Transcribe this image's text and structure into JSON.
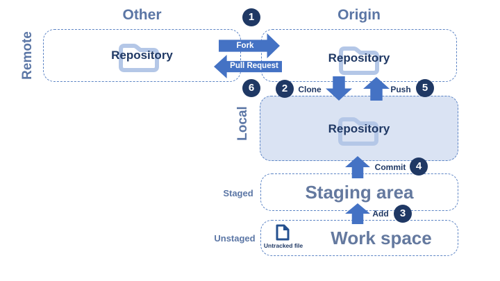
{
  "diagram": {
    "titles": {
      "other": "Other",
      "origin": "Origin"
    },
    "side_labels": {
      "remote": "Remote",
      "local": "Local"
    },
    "row_labels": {
      "staged": "Staged",
      "unstaged": "Unstaged"
    },
    "repos": {
      "other": {
        "label": "Repository"
      },
      "origin": {
        "label": "Repository"
      },
      "local": {
        "label": "Repository"
      }
    },
    "areas": {
      "staging": {
        "title": "Staging area"
      },
      "workspace": {
        "title": "Work space",
        "file_caption": "Untracked file"
      }
    },
    "arrows": {
      "fork": {
        "label": "Fork",
        "step": "1",
        "direction": "right"
      },
      "pull_request": {
        "label": "Pull Request",
        "step": "6",
        "direction": "left"
      },
      "clone": {
        "label": "Clone",
        "step": "2",
        "direction": "down"
      },
      "push": {
        "label": "Push",
        "step": "5",
        "direction": "up"
      },
      "commit": {
        "label": "Commit",
        "step": "4",
        "direction": "up"
      },
      "add": {
        "label": "Add",
        "step": "3",
        "direction": "up"
      }
    },
    "colors": {
      "arrow_blue": "#4472c4",
      "badge_navy": "#1f3864",
      "local_fill": "#dae3f3",
      "folder_outline": "#b4c7e7",
      "heading_text": "#5b76a5",
      "dashed_border": "#5b83c4"
    }
  }
}
